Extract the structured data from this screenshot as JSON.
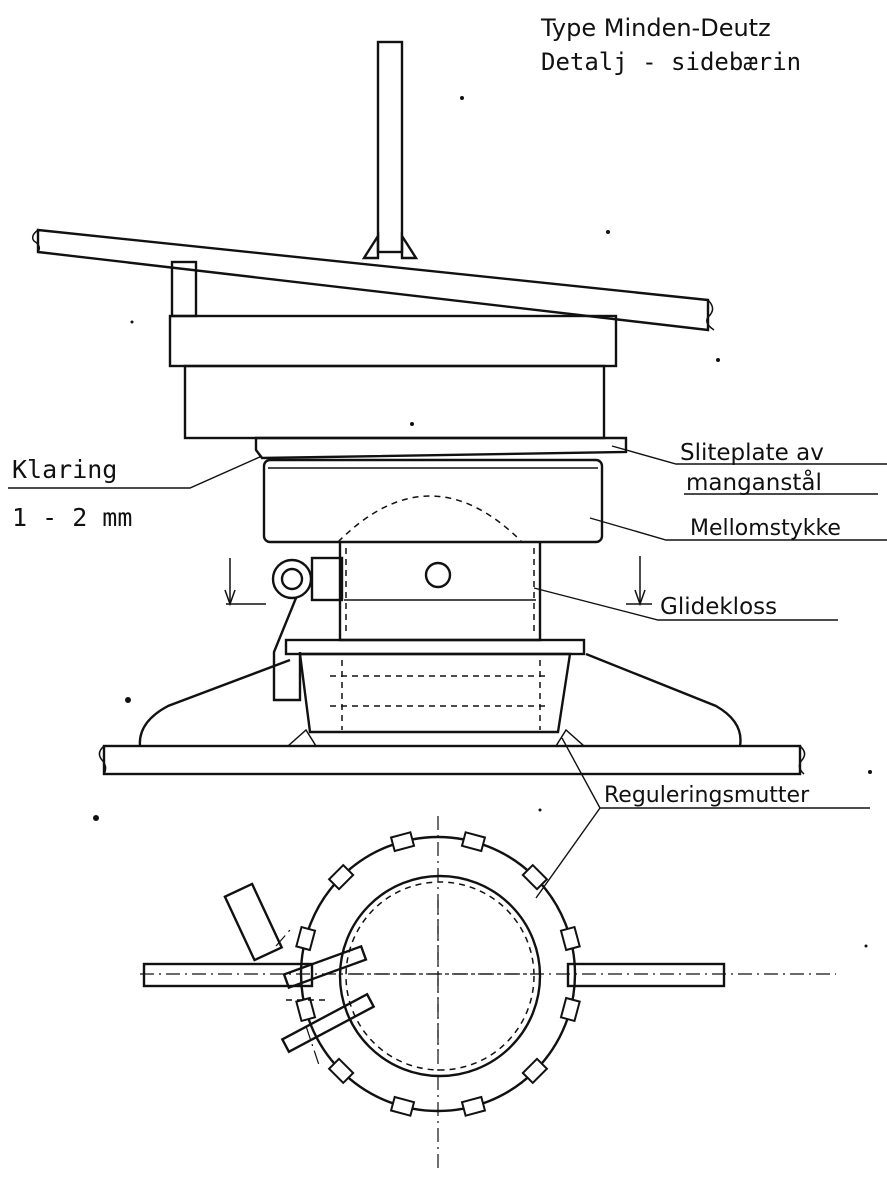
{
  "title": {
    "line1": "Type Minden-Deutz",
    "line2": "Detalj - sidebærin"
  },
  "labels": {
    "klaring": "Klaring",
    "klaring_value": "1 - 2 mm",
    "sliteplate_line1": "Sliteplate av",
    "sliteplate_line2": "manganstål",
    "mellomstykke": "Mellomstykke",
    "glidekloss": "Glidekloss",
    "reguleringsmutter": "Reguleringsmutter"
  },
  "colors": {
    "ink": "#111111",
    "paper": "#ffffff"
  }
}
